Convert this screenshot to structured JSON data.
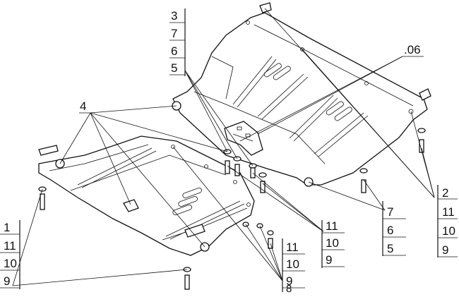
{
  "callouts": {
    "top_stack": [
      "3",
      "7",
      "6",
      "5"
    ],
    "top_right": ".06",
    "left_upper": "4",
    "right_stack": [
      "2",
      "11",
      "10",
      "9"
    ],
    "bottom_left_stack": [
      "1",
      "11",
      "10",
      "9"
    ],
    "mid_lower_stack": [
      "7",
      "6",
      "5"
    ],
    "center_lower_stack": [
      "11",
      "10",
      "9"
    ],
    "bottom_center_stack": [
      "11",
      "10",
      "9",
      "8"
    ]
  }
}
